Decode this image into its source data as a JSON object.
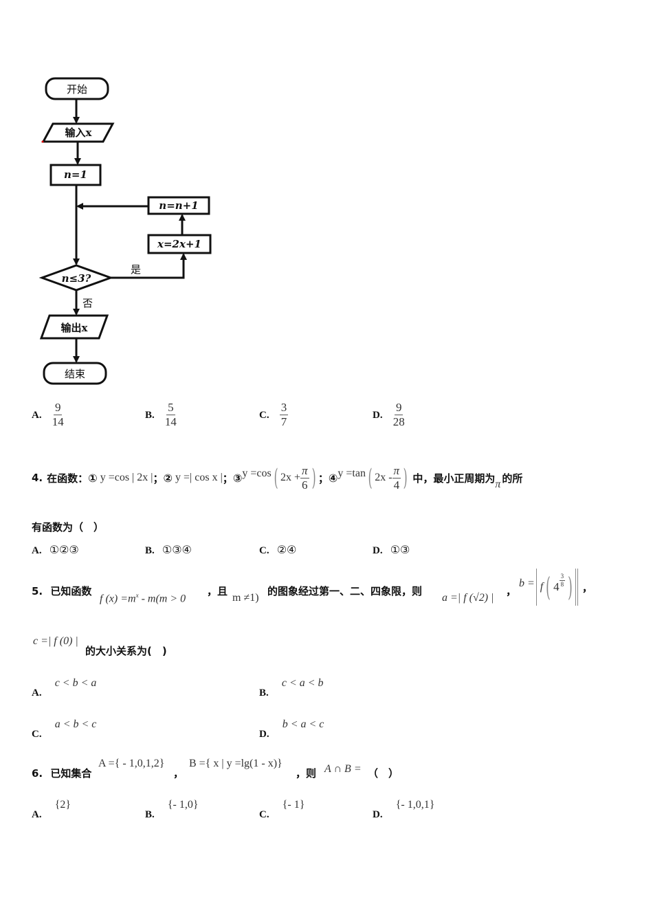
{
  "flowchart": {
    "start": "开始",
    "input": "输入x",
    "init": "n=1",
    "increment": "n=n+1",
    "update": "x=2x+1",
    "condition": "n≤3?",
    "yes_label": "是",
    "no_label": "否",
    "output": "输出x",
    "end": "结束"
  },
  "q3_options": [
    {
      "label": "A.",
      "num": "9",
      "den": "14"
    },
    {
      "label": "B.",
      "num": "5",
      "den": "14"
    },
    {
      "label": "C.",
      "num": "3",
      "den": "7"
    },
    {
      "label": "D.",
      "num": "9",
      "den": "28"
    }
  ],
  "q4": {
    "number": "4.",
    "intro": "在函数：",
    "f1_mark": "①",
    "f1": "y =cos | 2x |",
    "f2_mark": "②",
    "f2": "y =| cos x |",
    "f3_mark": "③",
    "f3_prefix": "y =cos",
    "f3_inner": "2x +",
    "f3_frac_num": "π",
    "f3_frac_den": "6",
    "f4_mark": "④",
    "f4_prefix": "y =tan",
    "f4_inner": "2x -",
    "f4_frac_num": "π",
    "f4_frac_den": "4",
    "sep": "；",
    "tail": "中，最小正周期为",
    "period": "π",
    "tail2": "的所",
    "line2": "有函数为（　）",
    "options": [
      {
        "label": "A.",
        "value": "①②③"
      },
      {
        "label": "B.",
        "value": "①③④"
      },
      {
        "label": "C.",
        "value": "②④"
      },
      {
        "label": "D.",
        "value": "①③"
      }
    ]
  },
  "q5": {
    "number": "5.",
    "intro": "已知函数",
    "func": "f (x) =m",
    "func_exp": "x",
    "func_rest": " - m(m > 0",
    "comma": "，且",
    "cond": "m ≠1)",
    "mid": "的图象经过第一、二、四象限，则",
    "a_def": "a =| f (√2) |",
    "comma2": "，",
    "b_prefix": "b =",
    "b_f": "f",
    "b_base": "4",
    "b_exp_num": "3",
    "b_exp_den": "8",
    "comma3": "，",
    "c_def": "c =| f (0) |",
    "question": "的大小关系为(　)",
    "options": [
      {
        "label": "A.",
        "value": "c < b < a"
      },
      {
        "label": "B.",
        "value": "c < a < b"
      },
      {
        "label": "C.",
        "value": "a < b < c"
      },
      {
        "label": "D.",
        "value": "b < a < c"
      }
    ]
  },
  "q6": {
    "number": "6.",
    "intro": "已知集合",
    "setA": "A ={ - 1,0,1,2}",
    "comma": "，",
    "setB": "B ={ x | y =lg(1 - x)}",
    "then": "，则",
    "expr": "A ∩ B =",
    "paren": "（　）",
    "options": [
      {
        "label": "A.",
        "value": "{2}"
      },
      {
        "label": "B.",
        "value": "{- 1,0}"
      },
      {
        "label": "C.",
        "value": "{- 1}"
      },
      {
        "label": "D.",
        "value": "{- 1,0,1}"
      }
    ]
  }
}
